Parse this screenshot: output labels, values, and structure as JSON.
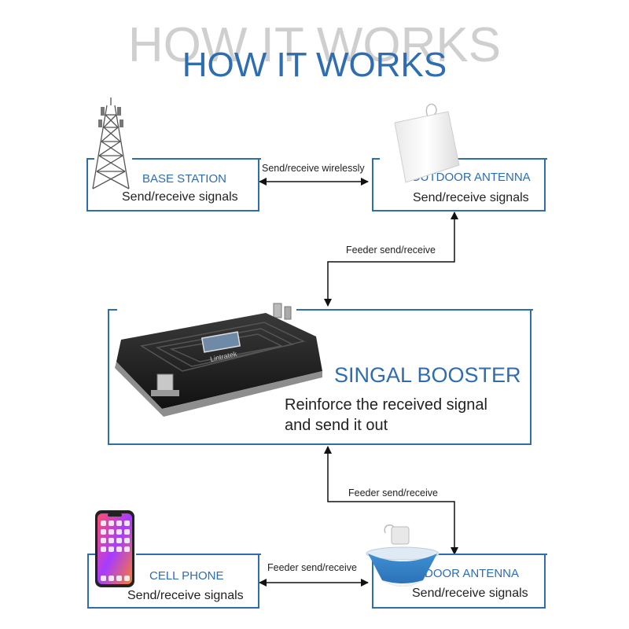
{
  "header": {
    "title_shadow": "HOW IT WORKS",
    "title": "HOW IT WORKS"
  },
  "nodes": {
    "base_station": {
      "title": "BASE STATION",
      "subtitle": "Send/receive signals"
    },
    "outdoor_antenna": {
      "title": "OUTDOOR ANTENNA",
      "subtitle": "Send/receive signals"
    },
    "signal_booster": {
      "title": "SINGAL BOOSTER",
      "subtitle_line1": "Reinforce the received signal",
      "subtitle_line2": "and send it out"
    },
    "cell_phone": {
      "title": "CELL PHONE",
      "subtitle": "Send/receive signals"
    },
    "indoor_antenna": {
      "title": "INDOOR ANTENNA",
      "subtitle": "Send/receive signals"
    }
  },
  "edges": {
    "base_to_outdoor": "Send/receive wirelessly",
    "outdoor_to_booster": "Feeder send/receive",
    "booster_to_indoor": "Feeder send/receive",
    "phone_to_indoor": "Feeder send/receive"
  },
  "device": {
    "brand": "Lintratek"
  },
  "colors": {
    "accent": "#2e6db0",
    "title_shadow": "#cfcfcf",
    "text": "#222222"
  }
}
